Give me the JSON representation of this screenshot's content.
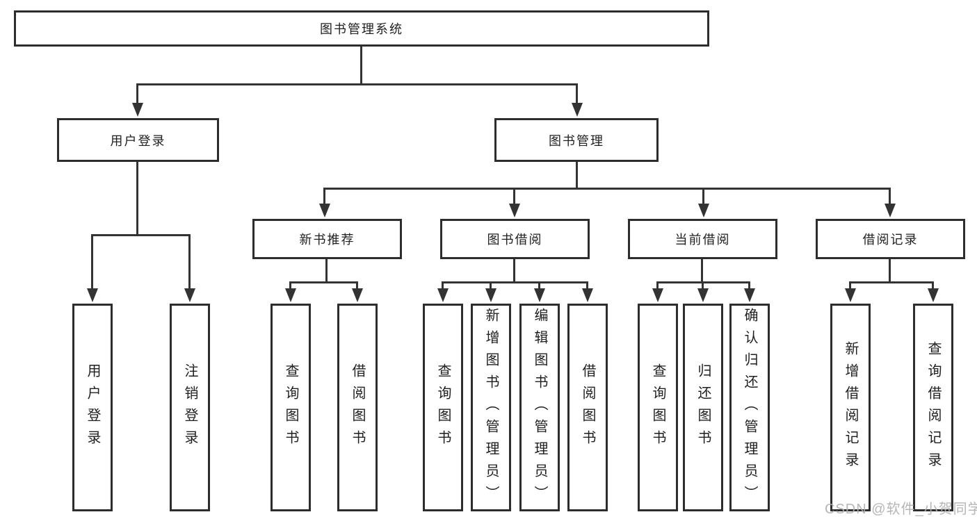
{
  "diagram": {
    "root": {
      "label": "图书管理系统"
    },
    "user_login": {
      "label": "用户登录",
      "leaves": [
        "用户登录",
        "注销登录"
      ]
    },
    "book_mgmt": {
      "label": "图书管理",
      "children": {
        "new_books": {
          "label": "新书推荐",
          "leaves": [
            "查询图书",
            "借阅图书"
          ]
        },
        "book_borrow": {
          "label": "图书借阅",
          "leaves": [
            "查询图书",
            "新增图书（管理员）",
            "编辑图书（管理员）",
            "借阅图书"
          ]
        },
        "current_borrow": {
          "label": "当前借阅",
          "leaves": [
            "查询图书",
            "归还图书",
            "确认归还（管理员）"
          ]
        },
        "borrow_records": {
          "label": "借阅记录",
          "leaves": [
            "新增借阅记录",
            "查询借阅记录"
          ]
        }
      }
    },
    "watermark": "CSDN @软件_小贺同学",
    "colors": {
      "line": "#333333",
      "border": "#2d2d2d",
      "text": "#1f1f1f",
      "watermark": "#b0b0b0"
    }
  }
}
